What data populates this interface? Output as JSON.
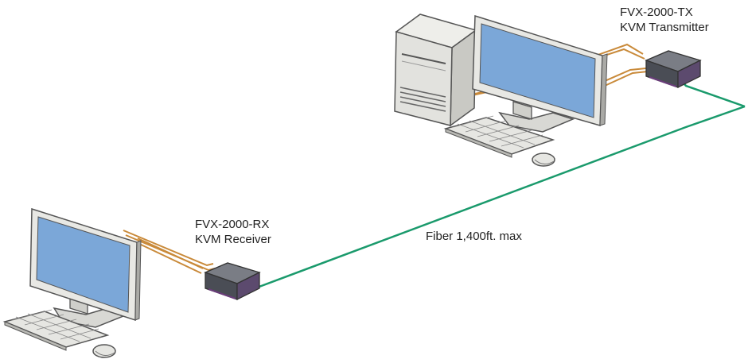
{
  "labels": {
    "transmitter_model": "FVX-2000-TX",
    "transmitter_desc": "KVM Transmitter",
    "receiver_model": "FVX-2000-RX",
    "receiver_desc": "KVM Receiver",
    "fiber": "Fiber 1,400ft. max"
  },
  "colors": {
    "fiber_cable": "#1a9a6c",
    "copper_cable": "#c98a3a",
    "screen": "#7ba7d8",
    "device_body": "#4a4d55",
    "device_accent": "#6a3d7a"
  },
  "icons": [
    "computer-tower-icon",
    "monitor-icon",
    "keyboard-icon",
    "mouse-icon",
    "kvm-extender-icon"
  ]
}
